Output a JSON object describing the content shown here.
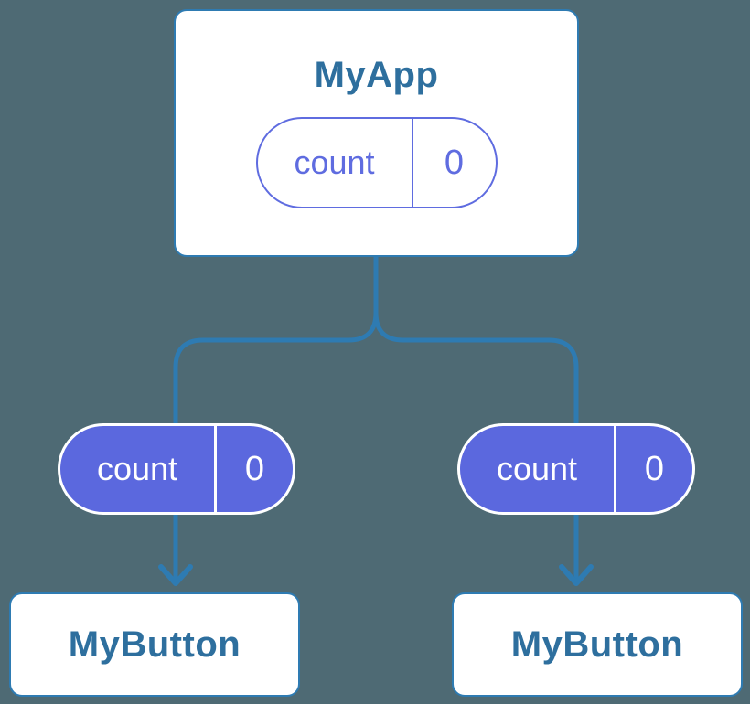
{
  "colors": {
    "background": "#4e6a74",
    "connector_blue": "#2e7bb2",
    "node_border_blue": "#2e7bb2",
    "node_title_blue": "#2e6f9e",
    "state_purple": "#5b68de",
    "state_pill_text_on_fill": "#ffffff",
    "card_background": "#ffffff"
  },
  "diagram": {
    "root": {
      "title": "MyApp",
      "state": {
        "label": "count",
        "value": "0"
      }
    },
    "children": [
      {
        "title": "MyButton",
        "state": {
          "label": "count",
          "value": "0"
        }
      },
      {
        "title": "MyButton",
        "state": {
          "label": "count",
          "value": "0"
        }
      }
    ]
  }
}
